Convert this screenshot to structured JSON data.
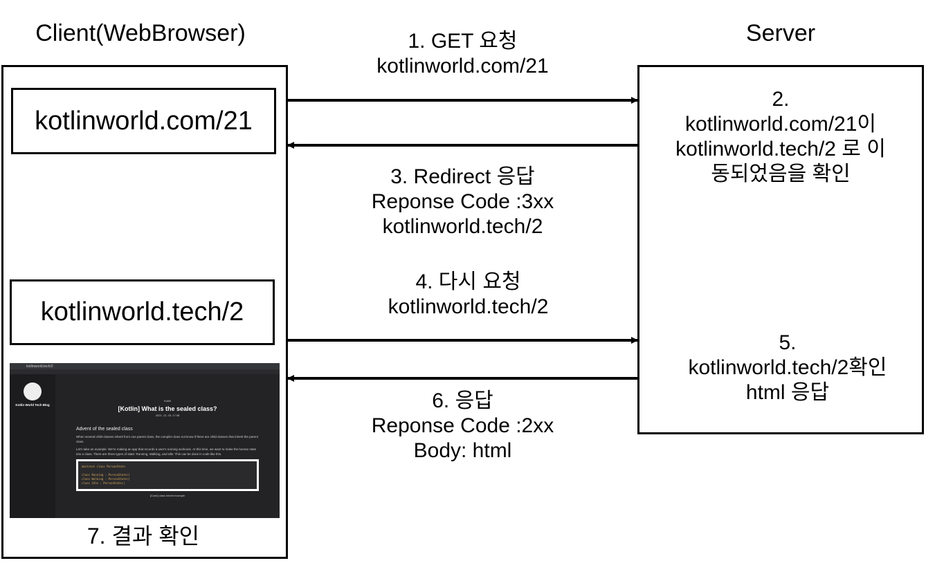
{
  "client": {
    "title": "Client(WebBrowser)",
    "url1": "kotlinworld.com/21",
    "url2": "kotlinworld.tech/2",
    "result": "7. 결과 확인"
  },
  "server": {
    "title": "Server",
    "step2": [
      "2.",
      "kotlinworld.com/21이",
      "kotlinworld.tech/2 로 이",
      "동되었음을 확인"
    ],
    "step5": [
      "5.",
      "kotlinworld.tech/2확인",
      "html 응답"
    ]
  },
  "arrows": [
    {
      "lines": [
        "1. GET 요청",
        "kotlinworld.com/21"
      ],
      "direction": "right"
    },
    {
      "lines": [
        "3. Redirect 응답",
        "Reponse Code :3xx",
        "kotlinworld.tech/2"
      ],
      "direction": "left"
    },
    {
      "lines": [
        "4. 다시 요청",
        "kotlinworld.tech/2"
      ],
      "direction": "right"
    },
    {
      "lines": [
        "6. 응답",
        "Reponse Code :2xx",
        "Body: html"
      ],
      "direction": "left"
    }
  ],
  "screenshot": {
    "address": "kotlinworld.tech/2",
    "blog_name": "Kotlin World Tech Blog",
    "category": "Kotlin",
    "post_title": "[Kotlin] What is the sealed class?",
    "date": "2021. 12. 25. 17:38",
    "heading": "Advent of the sealed class",
    "para1": "When several child classes inherit from one parent class, the compiler does not know if there are child classes that inherit the parent class.",
    "para2": "Let's take an example. We're making an app that records a user's running workouts. At this time, we want to make the human state into a class. There are three types of state: Running, Walking, and Idle. This can be done in code like this.",
    "code": "abstract class PersonState\n\nclass Running : PersonState()\nclass Walking : PersonState()\nclass Idle : PersonState()",
    "caption": "[Code] class inherit example"
  }
}
